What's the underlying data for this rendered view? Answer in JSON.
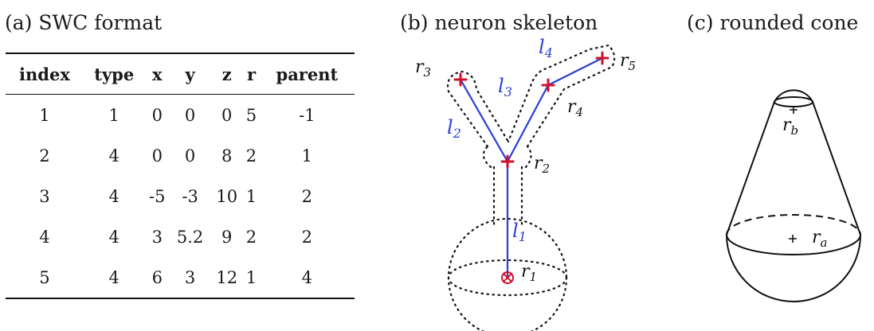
{
  "panels": {
    "a": {
      "caption": "(a) SWC format"
    },
    "b": {
      "caption": "(b) neuron skeleton"
    },
    "c": {
      "caption": "(c) rounded cone"
    }
  },
  "table": {
    "headers": [
      "index",
      "type",
      "x",
      "y",
      "z",
      "r",
      "parent"
    ],
    "rows": [
      [
        "1",
        "1",
        "0",
        "0",
        "0",
        "5",
        "-1"
      ],
      [
        "2",
        "4",
        "0",
        "0",
        "8",
        "2",
        "1"
      ],
      [
        "3",
        "4",
        "-5",
        "-3",
        "10",
        "1",
        "2"
      ],
      [
        "4",
        "4",
        "3",
        "5.2",
        "9",
        "2",
        "2"
      ],
      [
        "5",
        "4",
        "6",
        "3",
        "12",
        "1",
        "4"
      ]
    ]
  },
  "skeleton": {
    "radius_labels": {
      "r1": {
        "base": "r",
        "sub": "1"
      },
      "r2": {
        "base": "r",
        "sub": "2"
      },
      "r3": {
        "base": "r",
        "sub": "3"
      },
      "r4": {
        "base": "r",
        "sub": "4"
      },
      "r5": {
        "base": "r",
        "sub": "5"
      }
    },
    "segment_labels": {
      "l1": {
        "base": "l",
        "sub": "1"
      },
      "l2": {
        "base": "l",
        "sub": "2"
      },
      "l3": {
        "base": "l",
        "sub": "3"
      },
      "l4": {
        "base": "l",
        "sub": "4"
      }
    }
  },
  "cone": {
    "labels": {
      "ra": {
        "base": "r",
        "sub": "a"
      },
      "rb": {
        "base": "r",
        "sub": "b"
      }
    }
  },
  "colors": {
    "skeleton_line": "#2b3fd6",
    "node_marker": "#d0102a",
    "outline": "#111111"
  }
}
